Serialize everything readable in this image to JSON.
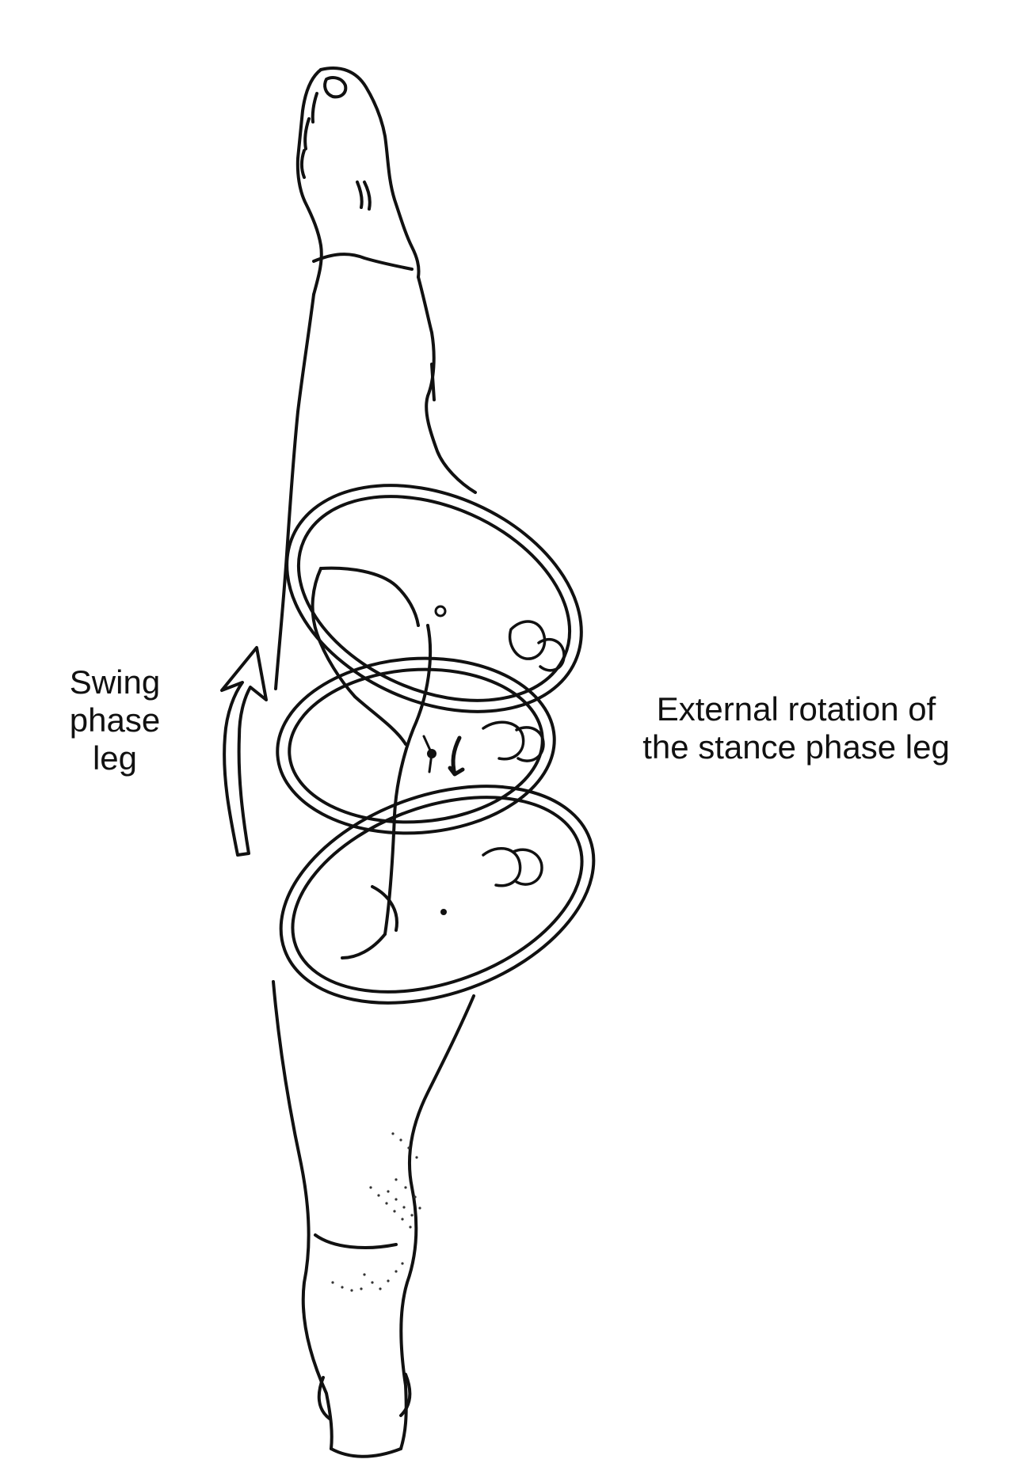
{
  "labels": {
    "swing": [
      "Swing",
      "phase",
      "leg"
    ],
    "external": [
      "External rotation of",
      "the stance phase leg"
    ]
  },
  "colors": {
    "ink": "#111111",
    "paper": "#ffffff",
    "stipple": "#333333"
  }
}
